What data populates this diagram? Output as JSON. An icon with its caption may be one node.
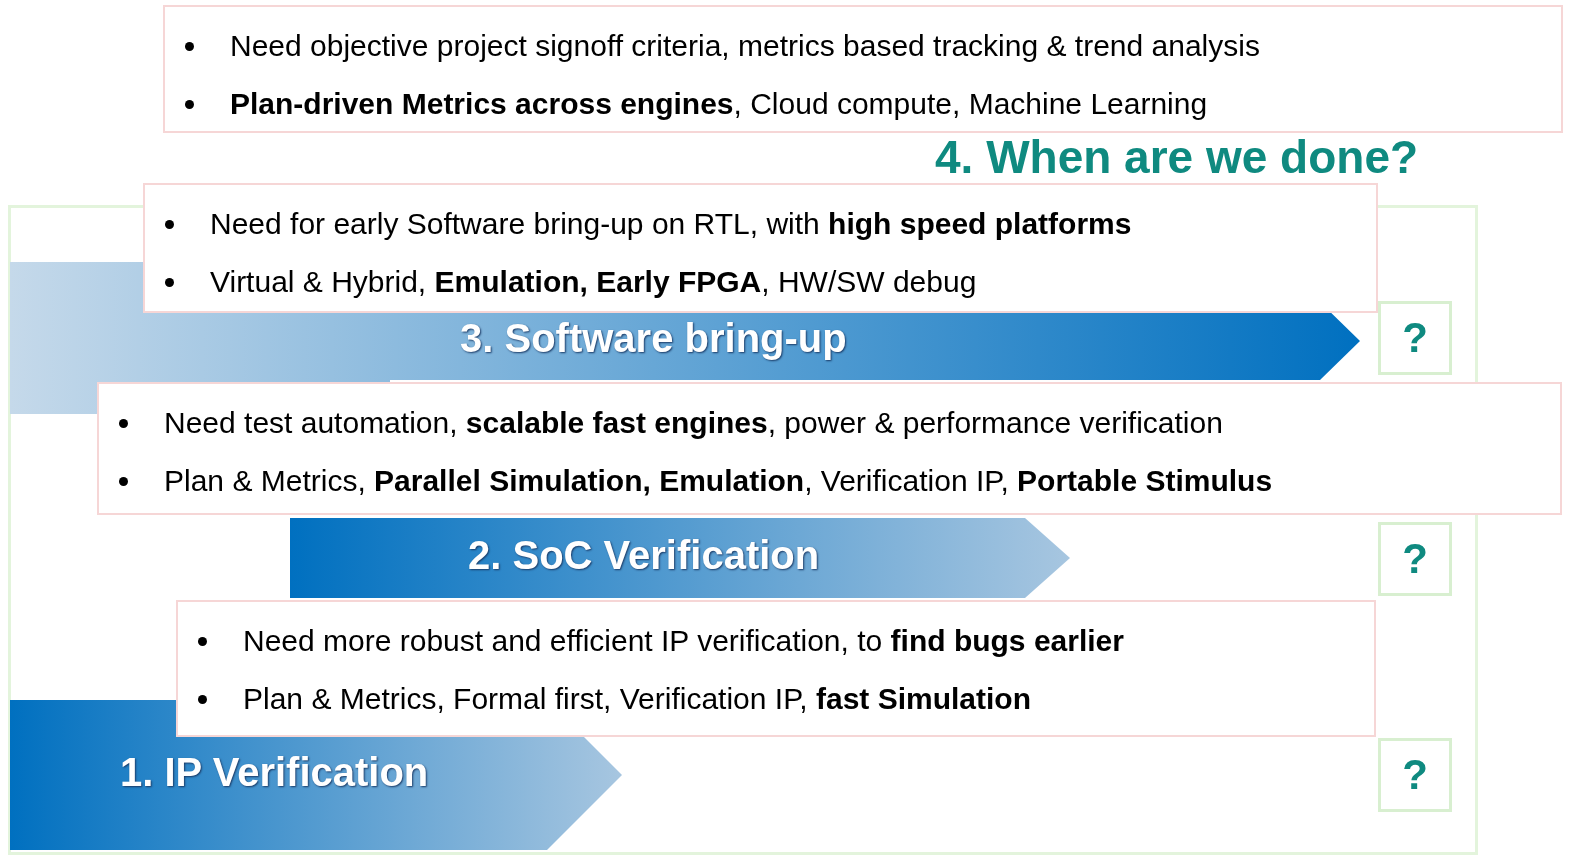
{
  "diagram": {
    "nodes": [
      {
        "text": [
          "Need objective project signoff criteria, metrics based tracking & trend analysis",
          "**Plan-driven Metrics across engines**, Cloud compute, Machine Learning"
        ]
      },
      {
        "text": [
          "Need for early Software bring-up on RTL, with **high speed platforms**",
          "Virtual & Hybrid, **Emulation, Early FPGA**, HW/SW debug"
        ]
      },
      {
        "text": [
          "3. Software bring-up"
        ]
      },
      {
        "text": [
          "Need test automation, **scalable fast engines**, power & performance verification",
          "Plan & Metrics, **Parallel Simulation, Emulation**, Verification IP, **Portable Stimulus**"
        ]
      },
      {
        "text": [
          "2. SoC Verification"
        ]
      },
      {
        "text": [
          "Need more robust and efficient IP verification, to **find bugs earlier**",
          "Plan & Metrics, Formal first, Verification IP, **fast Simulation**"
        ]
      },
      {
        "text": [
          "1. IP Verification"
        ]
      },
      {
        "text": [
          "?"
        ]
      },
      {
        "text": [
          "?"
        ]
      },
      {
        "text": [
          "?"
        ]
      }
    ],
    "edges": [],
    "labels": [
      "4. When are we done?"
    ]
  }
}
